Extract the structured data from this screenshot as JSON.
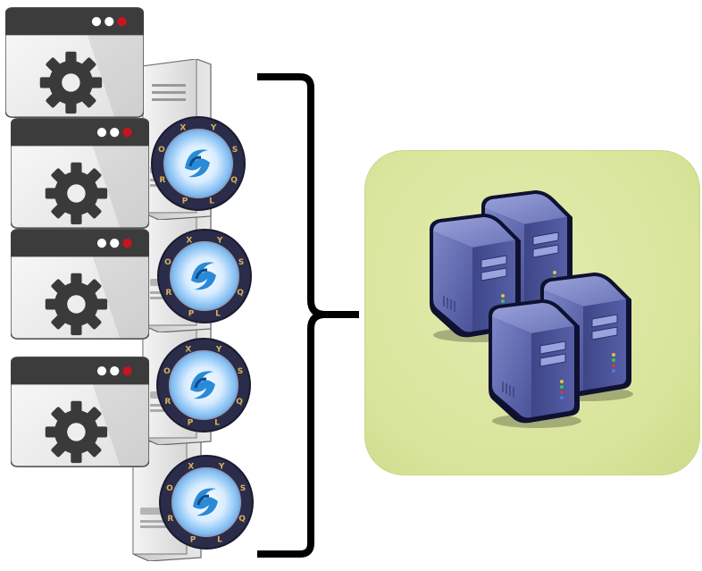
{
  "diagram": {
    "proxy_nodes": [
      {
        "id": "node-1",
        "label": "app-window"
      },
      {
        "id": "node-2",
        "label": "app-window"
      },
      {
        "id": "node-3",
        "label": "app-window"
      },
      {
        "id": "node-4",
        "label": "app-window"
      }
    ],
    "proxy_badge": {
      "ring_letters": [
        "P",
        "R",
        "O",
        "X",
        "Y",
        "S",
        "Q",
        "L"
      ]
    },
    "backend_cluster": {
      "server_count": 4
    },
    "icons": {
      "app": "gear-icon",
      "proxy": "proxysql-logo",
      "tower": "server-tower-icon",
      "backend": "server-rack-icon",
      "bracket": "curly-brace"
    },
    "colors": {
      "window_bar": "#3c3c3c",
      "window_body": "#eeeeee",
      "gear": "#3a3a3a",
      "close_dot": "#c8141e",
      "cluster_bg": "#d8e49a",
      "server_body": "#5a63a8",
      "logo_ring": "#2a2c4a",
      "logo_swirl": "#2a8ad8"
    }
  }
}
